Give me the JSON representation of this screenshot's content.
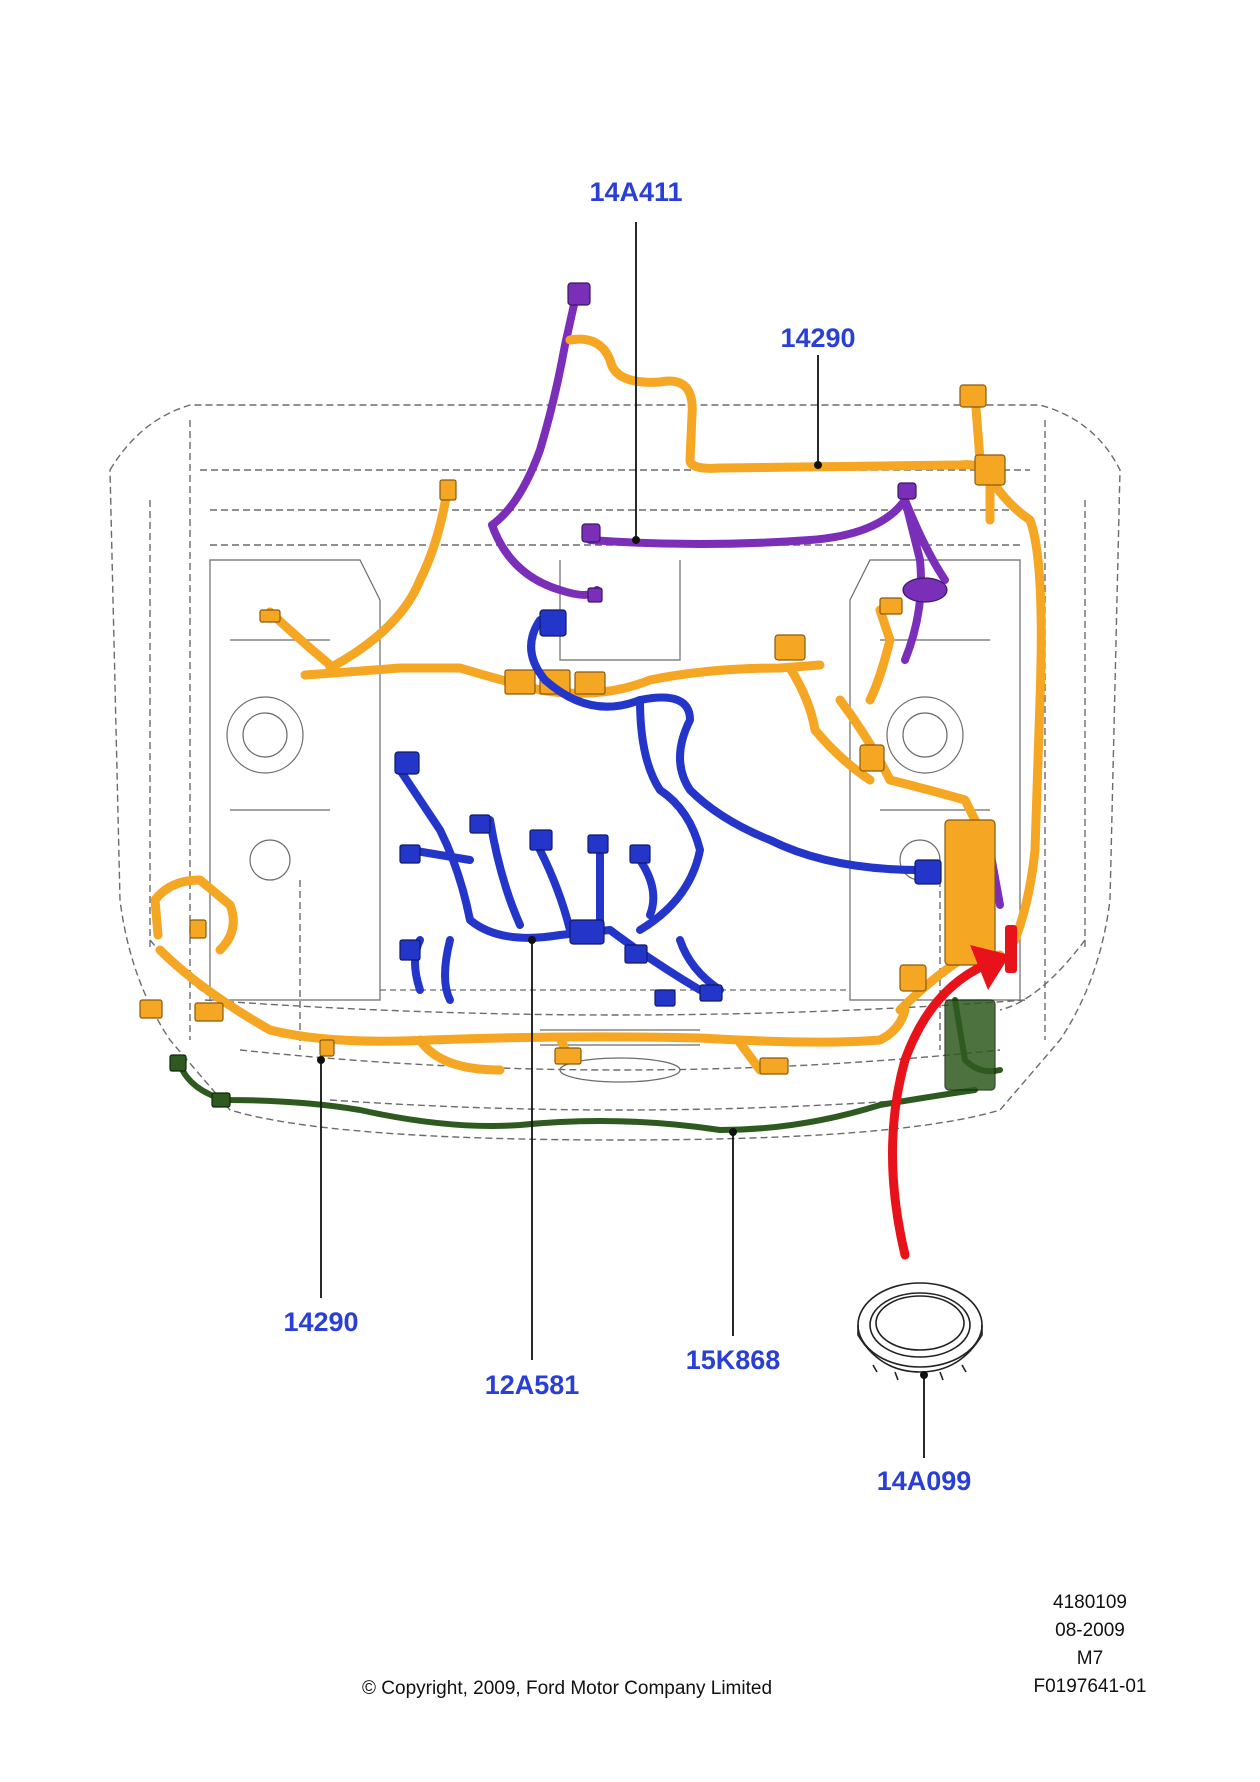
{
  "callouts": {
    "c_14A411": "14A411",
    "c_14290_top": "14290",
    "c_14290_bottom": "14290",
    "c_12A581": "12A581",
    "c_15K868": "15K868",
    "c_14A099": "14A099"
  },
  "meta": {
    "line1": "4180109",
    "line2": "08-2009",
    "line3": "M7",
    "line4": "F0197641-01"
  },
  "copyright": "© Copyright, 2009, Ford Motor Company Limited",
  "colors": {
    "harness_14290": "#f5a623",
    "harness_14A411": "#7b2fb8",
    "harness_12A581": "#2436c9",
    "harness_15K868": "#2e5a1f",
    "arrow": "#e8121a",
    "callout_text": "#2a3fd6",
    "outline": "#555555"
  }
}
